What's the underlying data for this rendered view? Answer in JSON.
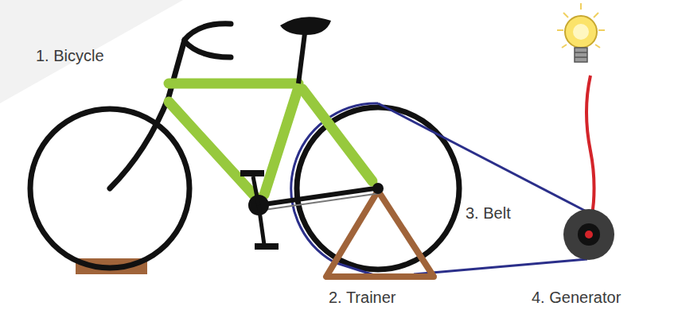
{
  "diagram": {
    "labels": [
      "1. Bicycle",
      "2. Trainer",
      "3. Belt",
      "4. Generator"
    ]
  }
}
